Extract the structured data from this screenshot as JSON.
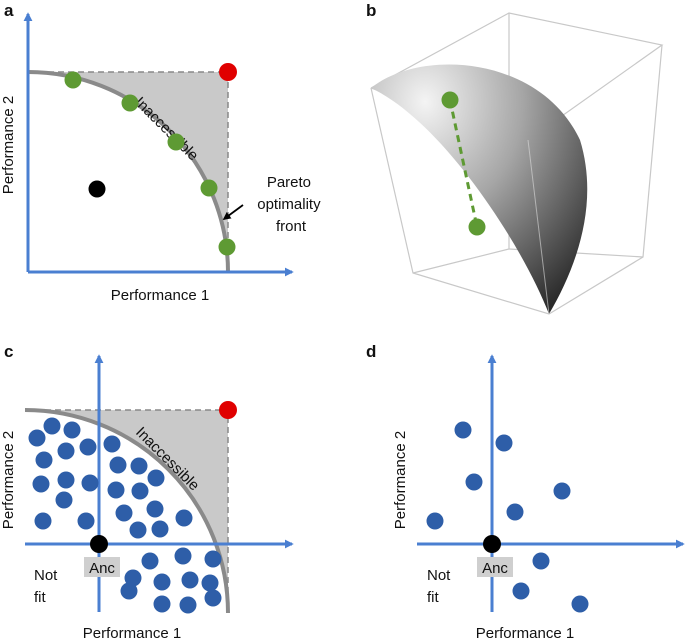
{
  "panels": {
    "a": {
      "label": "a",
      "xlabel": "Performance 1",
      "ylabel": "Performance 2",
      "region_label": "Inaccessible",
      "front_label_lines": [
        "Pareto",
        "optimality",
        "front"
      ]
    },
    "b": {
      "label": "b"
    },
    "c": {
      "label": "c",
      "xlabel": "Performance 1",
      "ylabel": "Performance 2",
      "region_label": "Inaccessible",
      "ancestor_label": "Anc",
      "notfit_lines": [
        "Not",
        "fit"
      ]
    },
    "d": {
      "label": "d",
      "xlabel": "Performance 1",
      "ylabel": "Performance 2",
      "ancestor_label": "Anc",
      "notfit_lines": [
        "Not",
        "fit"
      ]
    }
  },
  "colors": {
    "axis": "#4a7fd1",
    "front": "#8a8a8a",
    "region": "#c9c9c9",
    "pareto_point": "#5e9a33",
    "optimum_point": "#e00000",
    "ancestor": "#000000",
    "population": "#2e5ea8",
    "anc_box": "#cfcfcf"
  }
}
